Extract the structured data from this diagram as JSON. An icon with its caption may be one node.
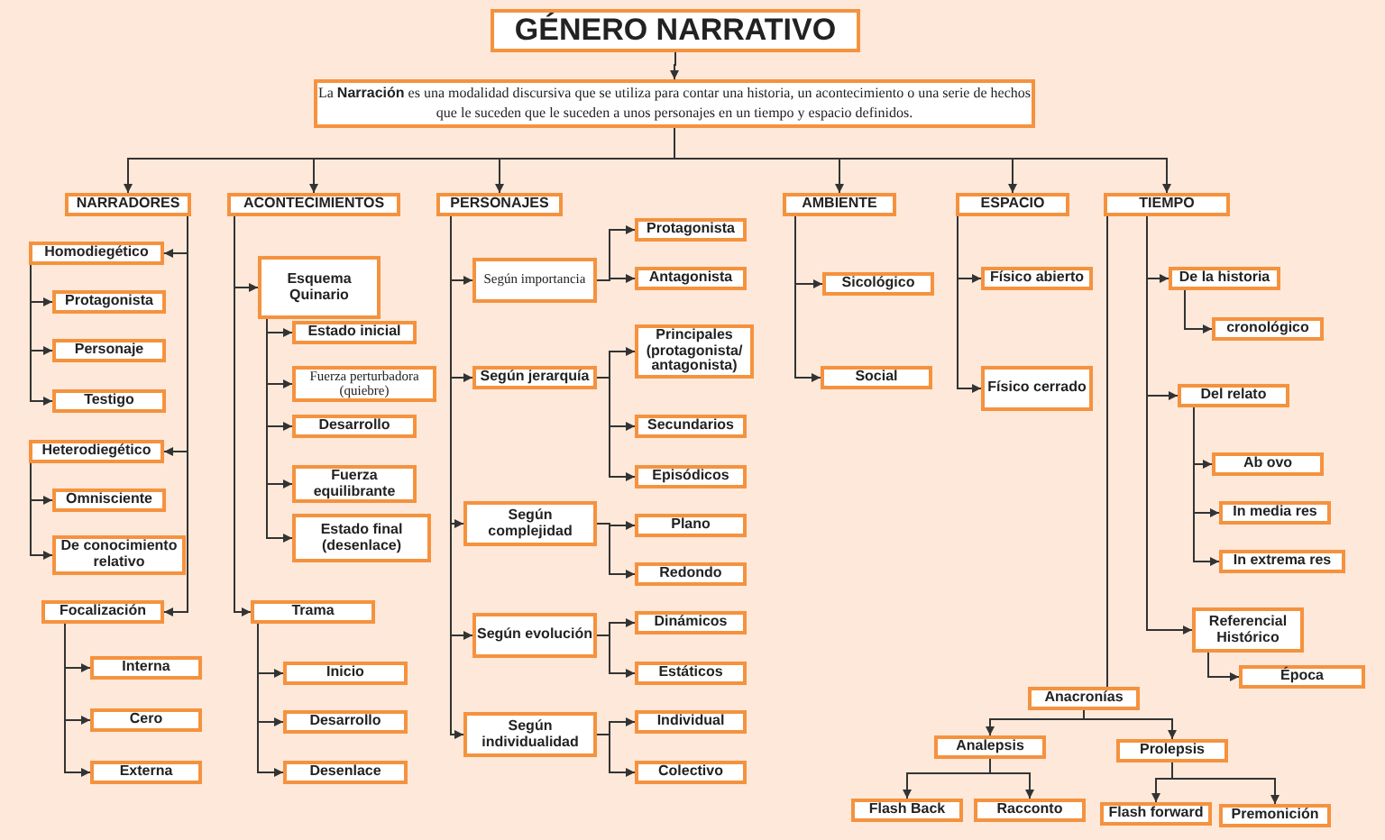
{
  "diagram": {
    "nodes": [
      {
        "text": [
          "GÉNERO NARRATIVO"
        ]
      },
      {
        "text": [
          "La **Narración** es una modalidad discursiva que se utiliza para contar una historia, un acontecimiento o una serie de hechos que le suceden que le suceden a unos personajes en un tiempo y espacio definidos."
        ]
      },
      {
        "text": [
          "NARRADORES"
        ]
      },
      {
        "text": [
          "ACONTECIMIENTOS"
        ]
      },
      {
        "text": [
          "PERSONAJES"
        ]
      },
      {
        "text": [
          "AMBIENTE"
        ]
      },
      {
        "text": [
          "ESPACIO"
        ]
      },
      {
        "text": [
          "TIEMPO"
        ]
      },
      {
        "text": [
          "Homodiegético"
        ]
      },
      {
        "text": [
          "Protagonista"
        ]
      },
      {
        "text": [
          "Personaje"
        ]
      },
      {
        "text": [
          "Testigo"
        ]
      },
      {
        "text": [
          "Heterodiegético"
        ]
      },
      {
        "text": [
          "Omnisciente"
        ]
      },
      {
        "text": [
          "De conocimiento relativo"
        ]
      },
      {
        "text": [
          "Focalización"
        ]
      },
      {
        "text": [
          "Interna"
        ]
      },
      {
        "text": [
          "Cero"
        ]
      },
      {
        "text": [
          "Externa"
        ]
      },
      {
        "text": [
          "Esquema Quinario"
        ]
      },
      {
        "text": [
          "Estado inicial"
        ]
      },
      {
        "text": [
          "Fuerza perturbadora (quiebre)"
        ]
      },
      {
        "text": [
          "Desarrollo"
        ]
      },
      {
        "text": [
          "Fuerza equilibrante"
        ]
      },
      {
        "text": [
          "Estado final (desenlace)"
        ]
      },
      {
        "text": [
          "Trama"
        ]
      },
      {
        "text": [
          "Inicio"
        ]
      },
      {
        "text": [
          "Desarrollo"
        ]
      },
      {
        "text": [
          "Desenlace"
        ]
      },
      {
        "text": [
          "Según importancia"
        ]
      },
      {
        "text": [
          "Protagonista"
        ]
      },
      {
        "text": [
          "Antagonista"
        ]
      },
      {
        "text": [
          "Según jerarquía"
        ]
      },
      {
        "text": [
          "Principales (protagonista/ antagonista)"
        ]
      },
      {
        "text": [
          "Secundarios"
        ]
      },
      {
        "text": [
          "Episódicos"
        ]
      },
      {
        "text": [
          "Según complejidad"
        ]
      },
      {
        "text": [
          "Plano"
        ]
      },
      {
        "text": [
          "Redondo"
        ]
      },
      {
        "text": [
          "Según evolución"
        ]
      },
      {
        "text": [
          "Dinámicos"
        ]
      },
      {
        "text": [
          "Estáticos"
        ]
      },
      {
        "text": [
          "Según individualidad"
        ]
      },
      {
        "text": [
          "Individual"
        ]
      },
      {
        "text": [
          "Colectivo"
        ]
      },
      {
        "text": [
          "Sicológico"
        ]
      },
      {
        "text": [
          "Social"
        ]
      },
      {
        "text": [
          "Físico abierto"
        ]
      },
      {
        "text": [
          "Físico cerrado"
        ]
      },
      {
        "text": [
          "De la historia"
        ]
      },
      {
        "text": [
          "cronológico"
        ]
      },
      {
        "text": [
          "Del relato"
        ]
      },
      {
        "text": [
          "Ab ovo"
        ]
      },
      {
        "text": [
          "In media res"
        ]
      },
      {
        "text": [
          "In extrema res"
        ]
      },
      {
        "text": [
          "Referencial Histórico"
        ]
      },
      {
        "text": [
          "Época"
        ]
      },
      {
        "text": [
          "Anacronías"
        ]
      },
      {
        "text": [
          "Analepsis"
        ]
      },
      {
        "text": [
          "Prolepsis"
        ]
      },
      {
        "text": [
          "Flash Back"
        ]
      },
      {
        "text": [
          "Racconto"
        ]
      },
      {
        "text": [
          "Flash forward"
        ]
      },
      {
        "text": [
          "Premonición"
        ]
      }
    ],
    "edges": [
      {
        "from": 0,
        "to": 1,
        "arrow": "to"
      },
      {
        "from": 1,
        "to": 2,
        "arrow": "to"
      },
      {
        "from": 1,
        "to": 3,
        "arrow": "to"
      },
      {
        "from": 1,
        "to": 4,
        "arrow": "to"
      },
      {
        "from": 1,
        "to": 5,
        "arrow": "to"
      },
      {
        "from": 1,
        "to": 6,
        "arrow": "to"
      },
      {
        "from": 1,
        "to": 7,
        "arrow": "to"
      },
      {
        "from": 2,
        "to": 8,
        "arrow": "to"
      },
      {
        "from": 2,
        "to": 12,
        "arrow": "to"
      },
      {
        "from": 2,
        "to": 15,
        "arrow": "to"
      },
      {
        "from": 8,
        "to": 9,
        "arrow": "to"
      },
      {
        "from": 8,
        "to": 10,
        "arrow": "to"
      },
      {
        "from": 8,
        "to": 11,
        "arrow": "to"
      },
      {
        "from": 12,
        "to": 13,
        "arrow": "to"
      },
      {
        "from": 12,
        "to": 14,
        "arrow": "to"
      },
      {
        "from": 15,
        "to": 16,
        "arrow": "to"
      },
      {
        "from": 15,
        "to": 17,
        "arrow": "to"
      },
      {
        "from": 15,
        "to": 18,
        "arrow": "to"
      },
      {
        "from": 3,
        "to": 19,
        "arrow": "to"
      },
      {
        "from": 3,
        "to": 25,
        "arrow": "to"
      },
      {
        "from": 19,
        "to": 20,
        "arrow": "to"
      },
      {
        "from": 19,
        "to": 21,
        "arrow": "to"
      },
      {
        "from": 19,
        "to": 22,
        "arrow": "to"
      },
      {
        "from": 19,
        "to": 23,
        "arrow": "to"
      },
      {
        "from": 19,
        "to": 24,
        "arrow": "to"
      },
      {
        "from": 25,
        "to": 26,
        "arrow": "to"
      },
      {
        "from": 25,
        "to": 27,
        "arrow": "to"
      },
      {
        "from": 25,
        "to": 28,
        "arrow": "to"
      },
      {
        "from": 4,
        "to": 29,
        "arrow": "to"
      },
      {
        "from": 4,
        "to": 32,
        "arrow": "to"
      },
      {
        "from": 4,
        "to": 36,
        "arrow": "to"
      },
      {
        "from": 4,
        "to": 39,
        "arrow": "to"
      },
      {
        "from": 4,
        "to": 42,
        "arrow": "to"
      },
      {
        "from": 29,
        "to": 30,
        "arrow": "to"
      },
      {
        "from": 29,
        "to": 31,
        "arrow": "to"
      },
      {
        "from": 32,
        "to": 33,
        "arrow": "to"
      },
      {
        "from": 32,
        "to": 34,
        "arrow": "to"
      },
      {
        "from": 32,
        "to": 35,
        "arrow": "to"
      },
      {
        "from": 36,
        "to": 37,
        "arrow": "to"
      },
      {
        "from": 36,
        "to": 38,
        "arrow": "to"
      },
      {
        "from": 39,
        "to": 40,
        "arrow": "to"
      },
      {
        "from": 39,
        "to": 41,
        "arrow": "to"
      },
      {
        "from": 42,
        "to": 43,
        "arrow": "to"
      },
      {
        "from": 42,
        "to": 44,
        "arrow": "to"
      },
      {
        "from": 5,
        "to": 45,
        "arrow": "to"
      },
      {
        "from": 5,
        "to": 46,
        "arrow": "to"
      },
      {
        "from": 6,
        "to": 47,
        "arrow": "to"
      },
      {
        "from": 6,
        "to": 48,
        "arrow": "to"
      },
      {
        "from": 7,
        "to": 49,
        "arrow": "to"
      },
      {
        "from": 7,
        "to": 51,
        "arrow": "to"
      },
      {
        "from": 7,
        "to": 55,
        "arrow": "to"
      },
      {
        "from": 7,
        "to": 57,
        "arrow": "none"
      },
      {
        "from": 49,
        "to": 50,
        "arrow": "to"
      },
      {
        "from": 51,
        "to": 52,
        "arrow": "to"
      },
      {
        "from": 51,
        "to": 53,
        "arrow": "to"
      },
      {
        "from": 51,
        "to": 54,
        "arrow": "to"
      },
      {
        "from": 55,
        "to": 56,
        "arrow": "to"
      },
      {
        "from": 57,
        "to": 58,
        "arrow": "to"
      },
      {
        "from": 57,
        "to": 59,
        "arrow": "to"
      },
      {
        "from": 58,
        "to": 60,
        "arrow": "to"
      },
      {
        "from": 58,
        "to": 61,
        "arrow": "to"
      },
      {
        "from": 59,
        "to": 62,
        "arrow": "to"
      },
      {
        "from": 59,
        "to": 63,
        "arrow": "to"
      }
    ]
  }
}
